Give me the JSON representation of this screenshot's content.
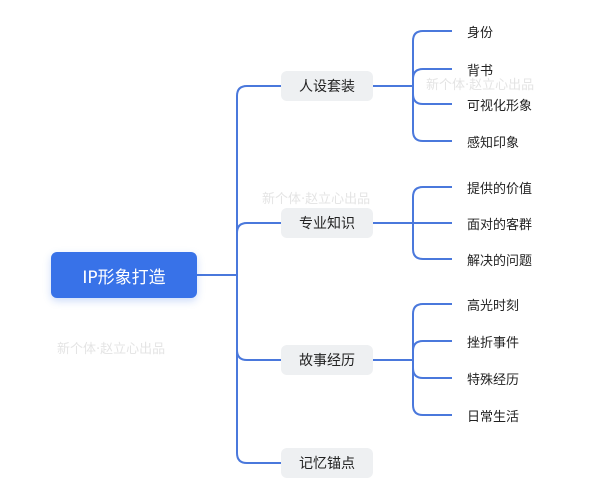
{
  "mindmap": {
    "root": "IP形象打造",
    "line_color": "#4a78dc",
    "root_color": "#3872e8",
    "branches": [
      {
        "label": "人设套装",
        "children": [
          "身份",
          "背书",
          "可视化形象",
          "感知印象"
        ]
      },
      {
        "label": "专业知识",
        "children": [
          "提供的价值",
          "面对的客群",
          "解决的问题"
        ]
      },
      {
        "label": "故事经历",
        "children": [
          "高光时刻",
          "挫折事件",
          "特殊经历",
          "日常生活"
        ]
      },
      {
        "label": "记忆锚点",
        "children": []
      }
    ]
  },
  "watermark": "新个体·赵立心出品"
}
